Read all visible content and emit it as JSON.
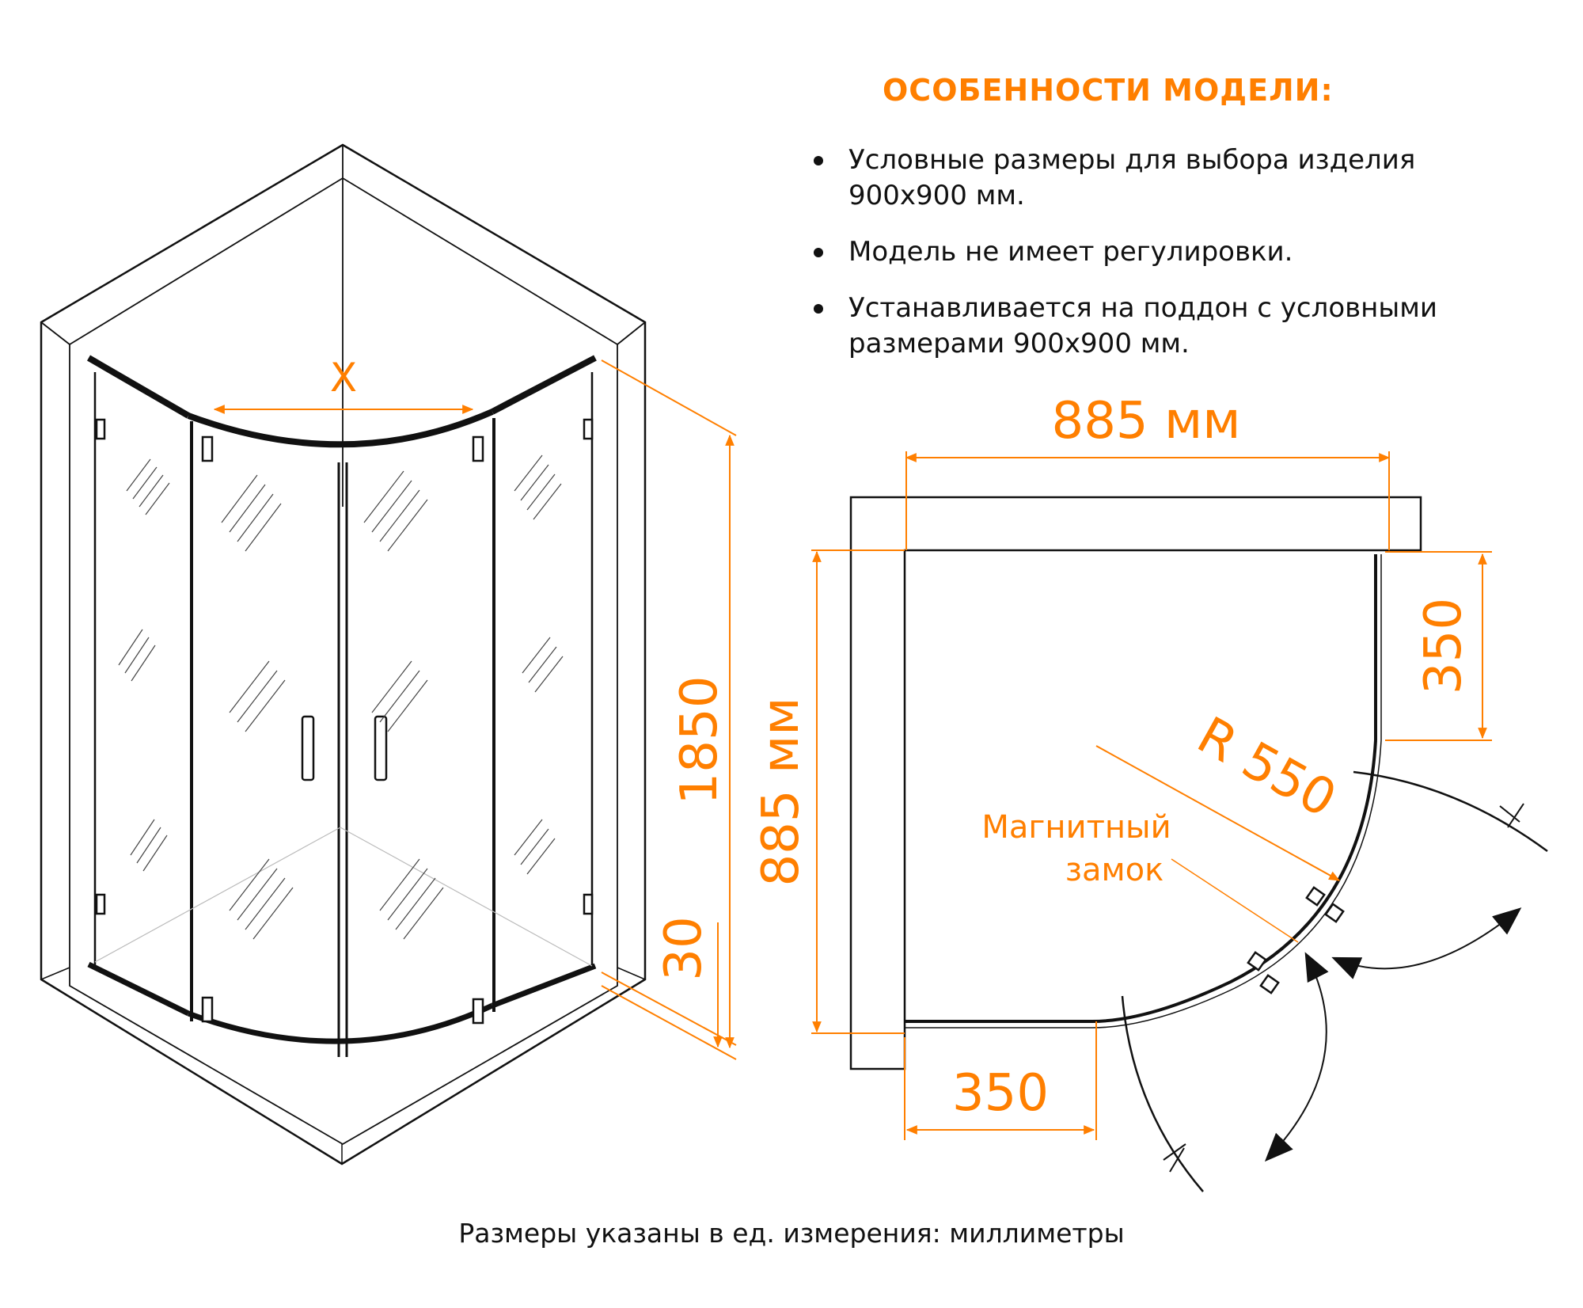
{
  "features": {
    "title": "ОСОБЕННОСТИ МОДЕЛИ:",
    "items": [
      "Условные размеры для выбора изделия 900х900 мм.",
      "Модель не имеет регулировки.",
      "Устанавливается на поддон с условными размерами 900х900 мм."
    ]
  },
  "isometric": {
    "width_label": "X",
    "height_label": "1850",
    "tray_label": "30"
  },
  "plan": {
    "width_label": "885 мм",
    "depth_label": "885 мм",
    "side_top_label": "350",
    "side_bottom_label": "350",
    "radius_label": "R 550",
    "lock_label_line1": "Магнитный",
    "lock_label_line2": "замок"
  },
  "footer": "Размеры указаны в ед. измерения: миллиметры",
  "colors": {
    "accent": "#ff7f00",
    "lines": "#111111"
  }
}
